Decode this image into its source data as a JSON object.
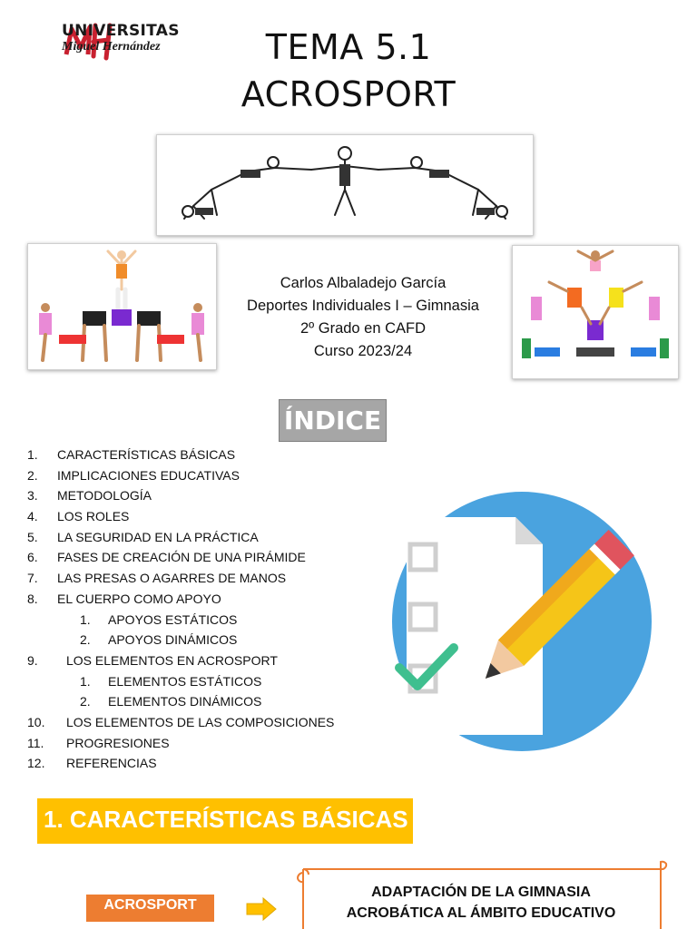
{
  "logo": {
    "name": "UNIVERSITAS",
    "subname": "Miguel Hernández",
    "mark_color": "#c8202f"
  },
  "title": {
    "line1": "TEMA 5.1",
    "line2": "ACROSPORT"
  },
  "author": {
    "name": "Carlos Albaladejo García",
    "course": "Deportes Individuales I – Gimnasia",
    "degree": "2º Grado en CAFD",
    "year": "Curso 2023/24"
  },
  "indice": {
    "label": "ÍNDICE"
  },
  "toc": [
    {
      "num": "1.",
      "text": "CARACTERÍSTICAS BÁSICAS",
      "type": "main"
    },
    {
      "num": "2.",
      "text": "IMPLICACIONES EDUCATIVAS",
      "type": "main"
    },
    {
      "num": "3.",
      "text": "METODOLOGÍA",
      "type": "main"
    },
    {
      "num": "4.",
      "text": "LOS ROLES",
      "type": "main"
    },
    {
      "num": "5.",
      "text": "LA SEGURIDAD EN LA PRÁCTICA",
      "type": "main"
    },
    {
      "num": "6.",
      "text": "FASES DE CREACIÓN DE UNA PIRÁMIDE",
      "type": "main"
    },
    {
      "num": "7.",
      "text": "LAS PRESAS O AGARRES DE MANOS",
      "type": "main"
    },
    {
      "num": "8.",
      "text": "EL CUERPO COMO APOYO",
      "type": "main"
    },
    {
      "num": "1.",
      "text": "APOYOS ESTÁTICOS",
      "type": "sub"
    },
    {
      "num": "2.",
      "text": "APOYOS DINÁMICOS",
      "type": "sub"
    },
    {
      "num": "9.",
      "text": "LOS ELEMENTOS EN ACROSPORT",
      "type": "wide"
    },
    {
      "num": "1.",
      "text": "ELEMENTOS ESTÁTICOS",
      "type": "sub"
    },
    {
      "num": "2.",
      "text": "ELEMENTOS DINÁMICOS",
      "type": "sub"
    },
    {
      "num": "10.",
      "text": "LOS ELEMENTOS DE LAS COMPOSICIONES",
      "type": "wide"
    },
    {
      "num": "11.",
      "text": "PROGRESIONES",
      "type": "wide"
    },
    {
      "num": "12.",
      "text": "REFERENCIAS",
      "type": "wide"
    }
  ],
  "section1": {
    "heading": "1. CARACTERÍSTICAS BÁSICAS",
    "color": "#ffc000"
  },
  "diagram": {
    "left_label": "ACROSPORT",
    "left_color": "#ed7d31",
    "arrow_color": "#ffc000",
    "scroll_line1": "ADAPTACIÓN DE LA GIMNASIA",
    "scroll_line2": "ACROBÁTICA AL ÁMBITO EDUCATIVO",
    "scroll_border_color": "#ed7d31"
  },
  "illustration": {
    "icon": "document-checklist-pencil-icon",
    "circle_color": "#4aa3df",
    "check_color": "#3fbf8f"
  }
}
